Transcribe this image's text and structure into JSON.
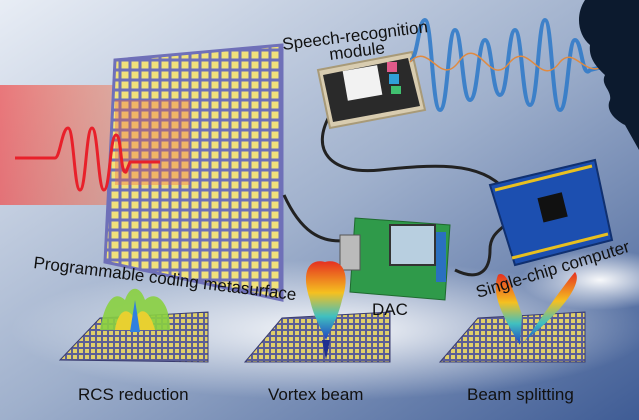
{
  "labels": {
    "speech_line1": "Speech-recognition",
    "speech_line2": "module",
    "metasurface": "Programmable coding metasurface",
    "dac": "DAC",
    "single_chip": "Single-chip computer",
    "rcs": "RCS reduction",
    "vortex": "Vortex beam",
    "splitting": "Beam splitting"
  },
  "colors": {
    "metasurface_cell": "#f2e27a",
    "metasurface_frame": "#6f70b8",
    "incident_wave": "#e8202a",
    "speech_wave": "#2b78c8",
    "dac_board": "#2f9a4a",
    "mcu_board": "#1c4fb0"
  }
}
